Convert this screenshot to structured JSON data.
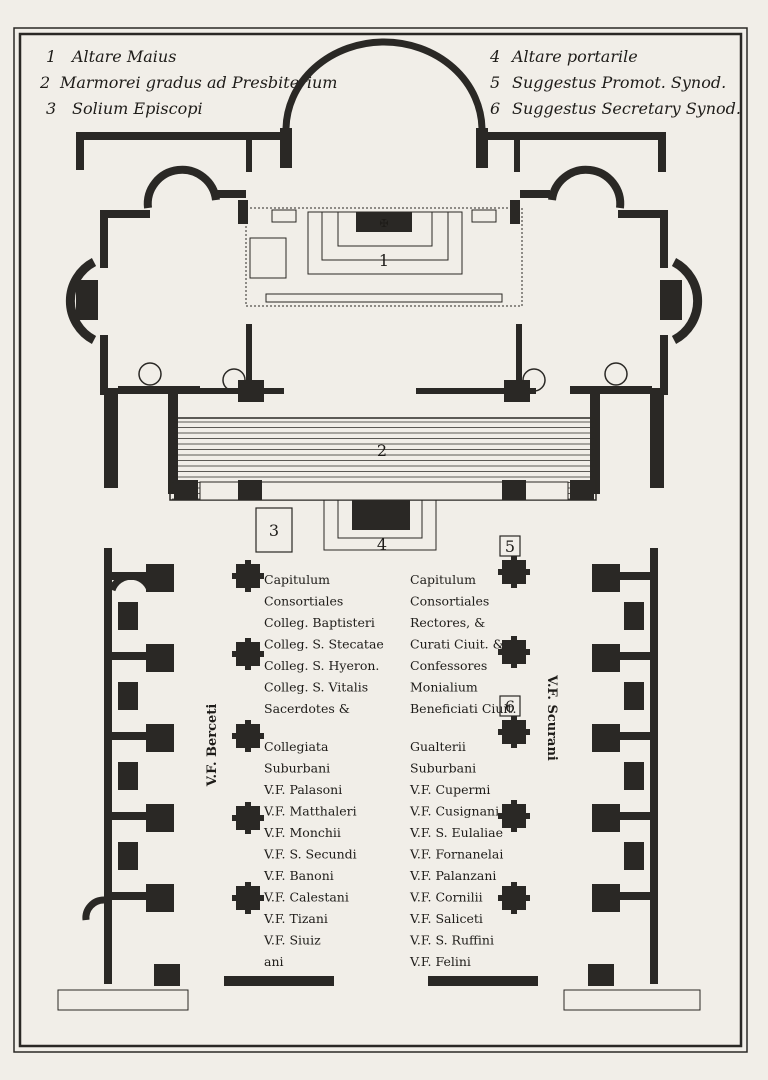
{
  "legend": {
    "items": [
      {
        "num": "1",
        "text": "Altare Maius"
      },
      {
        "num": "2",
        "text": "Marmorei gradus ad Presbiterium"
      },
      {
        "num": "3",
        "text": "Solium Episcopi"
      },
      {
        "num": "4",
        "text": "Altare portarile"
      },
      {
        "num": "5",
        "text": "Suggestus Promot. Synod."
      },
      {
        "num": "6",
        "text": "Suggestus Secretary Synod."
      }
    ]
  },
  "plan": {
    "markers": {
      "m1": "1",
      "m2": "2",
      "m3": "3",
      "m4": "4",
      "m5": "5",
      "m6": "6"
    },
    "side_left": "V.F. Berceti",
    "side_right": "V.F. Scurani",
    "left_column": [
      "Capitulum",
      "Consortiales",
      "Colleg. Baptisteri",
      "Colleg. S. Stecatae",
      "Colleg. S. Hyeron.",
      "Colleg. S. Vitalis",
      "Sacerdotes &",
      "Collegiata",
      "Suburbani",
      "V.F. Palasoni",
      "V.F. Matthaleri",
      "V.F. Monchii",
      "V.F. S. Secundi",
      "V.F. Banoni",
      "V.F. Calestani",
      "V.F. Tizani",
      "V.F. Siuiz",
      "ani"
    ],
    "right_column": [
      "Capitulum",
      "Consortiales",
      "Rectores, &",
      "Curati Ciuit. &",
      "Confessores",
      "Monialium",
      "Beneficiati Ciuit.",
      "Gualterii",
      "Suburbani",
      "V.F. Cupermi",
      "V.F. Cusignani",
      "V.F. S. Eulaliae",
      "V.F. Fornanelai",
      "V.F. Palanzani",
      "V.F. Cornilii",
      "V.F. Saliceti",
      "V.F. S. Ruffini",
      "V.F. Felini"
    ]
  }
}
